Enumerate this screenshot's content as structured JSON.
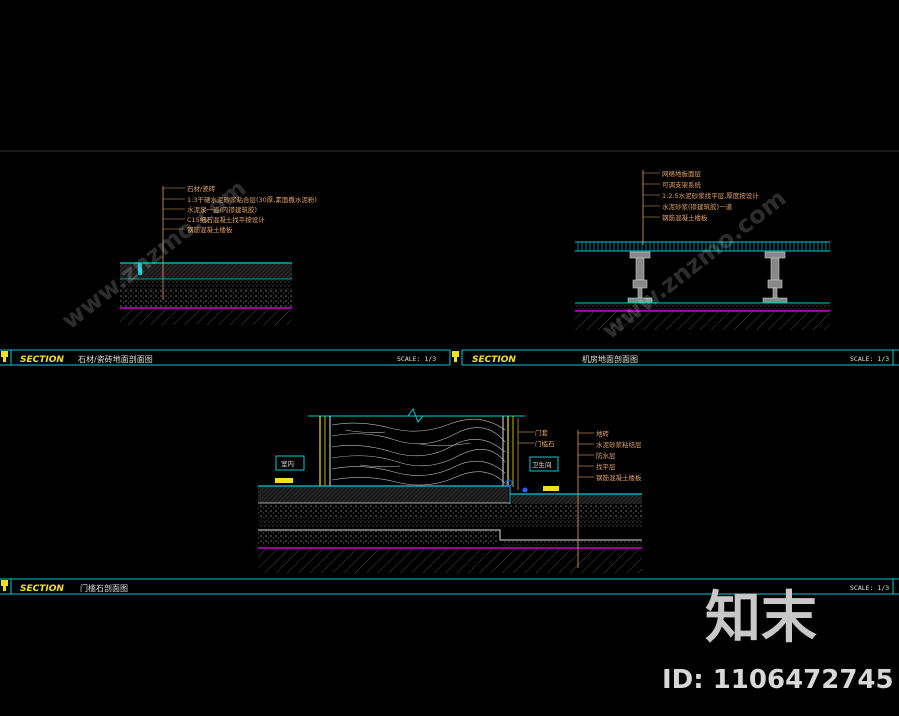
{
  "colors": {
    "background": "#000000",
    "cyan": "#00c8d0",
    "magenta": "#c800c8",
    "yellow": "#f0e020",
    "orange_text": "#e0a060",
    "white": "#e0e0e0",
    "red": "#e02020"
  },
  "sections": [
    {
      "tag": "SECTION",
      "title": "石材/瓷砖地面剖面图",
      "scale": "SCALE: 1/3",
      "annotations": [
        "石材/瓷砖",
        "1:3干硬水泥砂浆粘合层(30厚,素面撒水泥粉)",
        "水泥浆一道(内掺建筑胶)",
        "C15细石混凝土找平按设计",
        "钢筋混凝土楼板"
      ]
    },
    {
      "tag": "SECTION",
      "title": "机房地面剖面图",
      "scale": "SCALE: 1/3",
      "annotations": [
        "网络地板面层",
        "可调支架系统",
        "1:2.5水泥砂浆找平层,厚度按设计",
        "水泥砂浆(掺建筑胶)一道",
        "钢筋混凝土楼板"
      ]
    },
    {
      "tag": "SECTION",
      "title": "门槛石剖面图",
      "scale": "SCALE: 1/3",
      "room_left": "室内",
      "room_right": "卫生间",
      "door_labels": [
        "门套",
        "门槛石"
      ],
      "annotations": [
        "地砖",
        "水泥砂浆粘结层",
        "防水层",
        "找平层",
        "钢筋混凝土楼板"
      ]
    }
  ],
  "watermark": {
    "brand": "知末",
    "id": "ID: 1106472745",
    "site": "www.znzmo.com"
  }
}
